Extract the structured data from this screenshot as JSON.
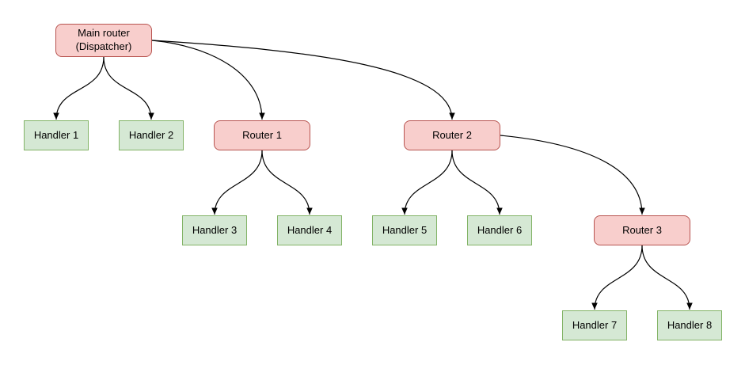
{
  "diagram": {
    "type": "tree-diagram",
    "colors": {
      "background": "#ffffff",
      "router_fill": "#f8cecc",
      "router_border": "#b85450",
      "handler_fill": "#d5e8d4",
      "handler_border": "#82b366",
      "edge_color": "#000000",
      "text_color": "#000000"
    },
    "nodes": [
      {
        "id": "main-router",
        "kind": "router",
        "label": "Main router\n(Dispatcher)"
      },
      {
        "id": "handler-1",
        "kind": "handler",
        "label": "Handler 1"
      },
      {
        "id": "handler-2",
        "kind": "handler",
        "label": "Handler 2"
      },
      {
        "id": "router-1",
        "kind": "router",
        "label": "Router 1"
      },
      {
        "id": "router-2",
        "kind": "router",
        "label": "Router 2"
      },
      {
        "id": "handler-3",
        "kind": "handler",
        "label": "Handler 3"
      },
      {
        "id": "handler-4",
        "kind": "handler",
        "label": "Handler 4"
      },
      {
        "id": "handler-5",
        "kind": "handler",
        "label": "Handler 5"
      },
      {
        "id": "handler-6",
        "kind": "handler",
        "label": "Handler 6"
      },
      {
        "id": "router-3",
        "kind": "router",
        "label": "Router 3"
      },
      {
        "id": "handler-7",
        "kind": "handler",
        "label": "Handler 7"
      },
      {
        "id": "handler-8",
        "kind": "handler",
        "label": "Handler 8"
      }
    ],
    "edges": [
      {
        "from": "main-router",
        "to": "handler-1"
      },
      {
        "from": "main-router",
        "to": "handler-2"
      },
      {
        "from": "main-router",
        "to": "router-1"
      },
      {
        "from": "main-router",
        "to": "router-2"
      },
      {
        "from": "router-1",
        "to": "handler-3"
      },
      {
        "from": "router-1",
        "to": "handler-4"
      },
      {
        "from": "router-2",
        "to": "handler-5"
      },
      {
        "from": "router-2",
        "to": "handler-6"
      },
      {
        "from": "router-2",
        "to": "router-3"
      },
      {
        "from": "router-3",
        "to": "handler-7"
      },
      {
        "from": "router-3",
        "to": "handler-8"
      }
    ]
  }
}
